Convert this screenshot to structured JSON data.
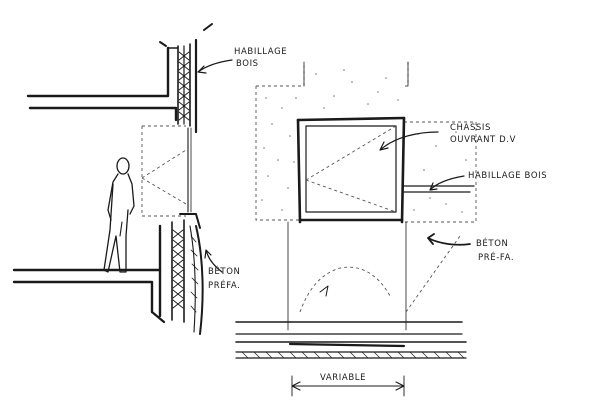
{
  "labels": {
    "habillage_bois_section_1": "HABILLAGE",
    "habillage_bois_section_2": "BOIS",
    "beton_prefa_section_1": "BÉTON",
    "beton_prefa_section_2": "PRÉFA.",
    "chassis_1": "CHASSIS",
    "chassis_2": "OUVRANT D.V",
    "habillage_bois_elevation": "HABILLAGE BOIS",
    "beton_prefa_elevation_1": "BÉTON",
    "beton_prefa_elevation_2": "PRÉ-FA.",
    "dimension": "VARIABLE"
  },
  "colors": {
    "ink": "#1a1a1a",
    "paper": "#ffffff",
    "hatch": "#555555"
  }
}
